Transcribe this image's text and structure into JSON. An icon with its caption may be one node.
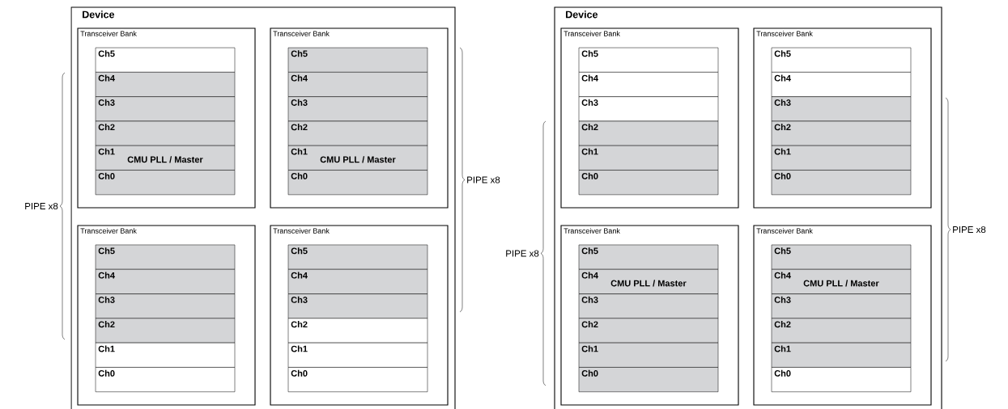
{
  "diagram": {
    "nodes": [
      {
        "text": [
          "Device"
        ]
      },
      {
        "text": [
          "Transceiver Bank"
        ],
        "in": 0
      },
      {
        "text": [
          "Ch5"
        ],
        "in": 1
      },
      {
        "text": [
          "Ch4"
        ],
        "in": 1
      },
      {
        "text": [
          "Ch3"
        ],
        "in": 1
      },
      {
        "text": [
          "Ch2"
        ],
        "in": 1
      },
      {
        "text": [
          "Ch1",
          "CMU PLL / Master"
        ],
        "in": 1
      },
      {
        "text": [
          "Ch0"
        ],
        "in": 1
      },
      {
        "text": [
          "Transceiver Bank"
        ],
        "in": 0
      },
      {
        "text": [
          "Ch5"
        ],
        "in": 8
      },
      {
        "text": [
          "Ch4"
        ],
        "in": 8
      },
      {
        "text": [
          "Ch3"
        ],
        "in": 8
      },
      {
        "text": [
          "Ch2"
        ],
        "in": 8
      },
      {
        "text": [
          "Ch1",
          "CMU PLL / Master"
        ],
        "in": 8
      },
      {
        "text": [
          "Ch0"
        ],
        "in": 8
      },
      {
        "text": [
          "Transceiver Bank"
        ],
        "in": 0
      },
      {
        "text": [
          "Ch5"
        ],
        "in": 15
      },
      {
        "text": [
          "Ch4"
        ],
        "in": 15
      },
      {
        "text": [
          "Ch3"
        ],
        "in": 15
      },
      {
        "text": [
          "Ch2"
        ],
        "in": 15
      },
      {
        "text": [
          "Ch1"
        ],
        "in": 15
      },
      {
        "text": [
          "Ch0"
        ],
        "in": 15
      },
      {
        "text": [
          "Transceiver Bank"
        ],
        "in": 0
      },
      {
        "text": [
          "Ch5"
        ],
        "in": 22
      },
      {
        "text": [
          "Ch4"
        ],
        "in": 22
      },
      {
        "text": [
          "Ch3"
        ],
        "in": 22
      },
      {
        "text": [
          "Ch2"
        ],
        "in": 22
      },
      {
        "text": [
          "Ch1"
        ],
        "in": 22
      },
      {
        "text": [
          "Ch0"
        ],
        "in": 22
      },
      {
        "text": [
          "Device"
        ]
      },
      {
        "text": [
          "Transceiver Bank"
        ],
        "in": 29
      },
      {
        "text": [
          "Ch5"
        ],
        "in": 30
      },
      {
        "text": [
          "Ch4"
        ],
        "in": 30
      },
      {
        "text": [
          "Ch3"
        ],
        "in": 30
      },
      {
        "text": [
          "Ch2"
        ],
        "in": 30
      },
      {
        "text": [
          "Ch1"
        ],
        "in": 30
      },
      {
        "text": [
          "Ch0"
        ],
        "in": 30
      },
      {
        "text": [
          "Transceiver Bank"
        ],
        "in": 29
      },
      {
        "text": [
          "Ch5"
        ],
        "in": 37
      },
      {
        "text": [
          "Ch4"
        ],
        "in": 37
      },
      {
        "text": [
          "Ch3"
        ],
        "in": 37
      },
      {
        "text": [
          "Ch2"
        ],
        "in": 37
      },
      {
        "text": [
          "Ch1"
        ],
        "in": 37
      },
      {
        "text": [
          "Ch0"
        ],
        "in": 37
      },
      {
        "text": [
          "Transceiver Bank"
        ],
        "in": 29
      },
      {
        "text": [
          "Ch5"
        ],
        "in": 44
      },
      {
        "text": [
          "Ch4",
          "CMU PLL / Master"
        ],
        "in": 44
      },
      {
        "text": [
          "Ch3"
        ],
        "in": 44
      },
      {
        "text": [
          "Ch2"
        ],
        "in": 44
      },
      {
        "text": [
          "Ch1"
        ],
        "in": 44
      },
      {
        "text": [
          "Ch0"
        ],
        "in": 44
      },
      {
        "text": [
          "Transceiver Bank"
        ],
        "in": 29
      },
      {
        "text": [
          "Ch5"
        ],
        "in": 51
      },
      {
        "text": [
          "Ch4",
          "CMU PLL / Master"
        ],
        "in": 51
      },
      {
        "text": [
          "Ch3"
        ],
        "in": 51
      },
      {
        "text": [
          "Ch2"
        ],
        "in": 51
      },
      {
        "text": [
          "Ch1"
        ],
        "in": 51
      },
      {
        "text": [
          "Ch0"
        ],
        "in": 51
      }
    ],
    "labels": [
      "PIPE x8",
      "PIPE x8",
      "PIPE x8",
      "PIPE x8"
    ]
  }
}
